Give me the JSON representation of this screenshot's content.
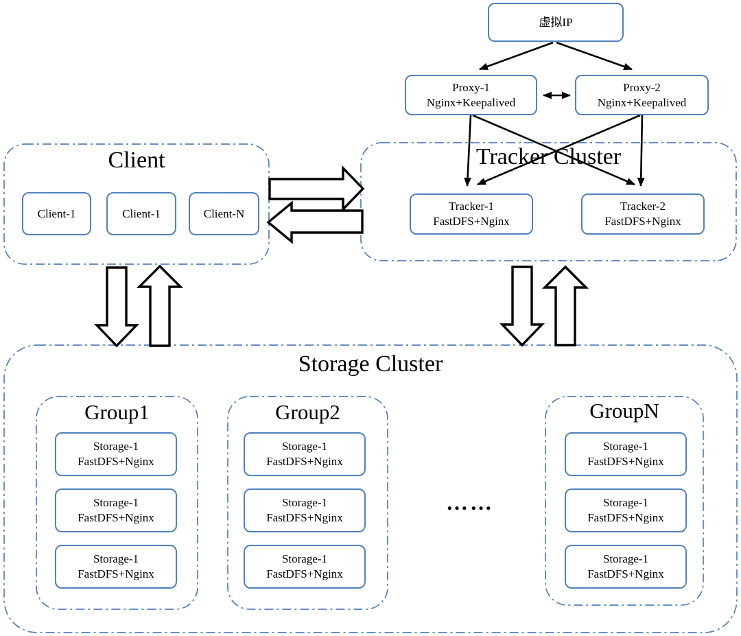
{
  "colors": {
    "box_border": "#4f81bd",
    "cluster_border": "#4f81bd",
    "arrow": "#000000",
    "block_arrow_fill": "#ffffff",
    "text": "#000000",
    "background": "#ffffff"
  },
  "virtual_ip": {
    "label": "虚拟IP"
  },
  "proxies": [
    {
      "name": "Proxy-1",
      "tech": "Nginx+Keepalived"
    },
    {
      "name": "Proxy-2",
      "tech": "Nginx+Keepalived"
    }
  ],
  "client_cluster": {
    "title": "Client",
    "clients": [
      {
        "label": "Client-1"
      },
      {
        "label": "Client-1"
      },
      {
        "label": "Client-N"
      }
    ]
  },
  "tracker_cluster": {
    "title": "Tracker Cluster",
    "trackers": [
      {
        "name": "Tracker-1",
        "tech": "FastDFS+Nginx"
      },
      {
        "name": "Tracker-2",
        "tech": "FastDFS+Nginx"
      }
    ]
  },
  "storage_cluster": {
    "title": "Storage Cluster",
    "ellipsis": "……",
    "groups": [
      {
        "title": "Group1",
        "nodes": [
          {
            "name": "Storage-1",
            "tech": "FastDFS+Nginx"
          },
          {
            "name": "Storage-1",
            "tech": "FastDFS+Nginx"
          },
          {
            "name": "Storage-1",
            "tech": "FastDFS+Nginx"
          }
        ]
      },
      {
        "title": "Group2",
        "nodes": [
          {
            "name": "Storage-1",
            "tech": "FastDFS+Nginx"
          },
          {
            "name": "Storage-1",
            "tech": "FastDFS+Nginx"
          },
          {
            "name": "Storage-1",
            "tech": "FastDFS+Nginx"
          }
        ]
      },
      {
        "title": "GroupN",
        "nodes": [
          {
            "name": "Storage-1",
            "tech": "FastDFS+Nginx"
          },
          {
            "name": "Storage-1",
            "tech": "FastDFS+Nginx"
          },
          {
            "name": "Storage-1",
            "tech": "FastDFS+Nginx"
          }
        ]
      }
    ]
  }
}
